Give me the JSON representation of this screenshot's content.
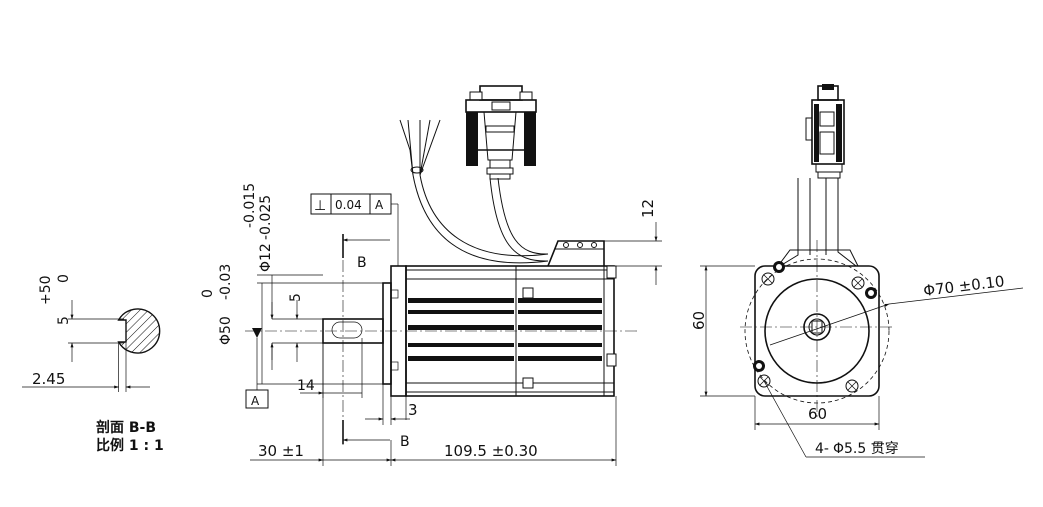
{
  "section_view": {
    "tol_upper": "+50",
    "tol_lower": "0",
    "key_width": "5",
    "offset": "2.45",
    "title": "剖面 B-B",
    "scale": "比例 1 : 1"
  },
  "side_view": {
    "perp_symbol": "⊥",
    "perp_value": "0.04",
    "datum_ref": "A",
    "datum_label": "A",
    "shaft_tol_upper": "-0.015",
    "shaft_dia": "Φ12",
    "shaft_tol_lower": "-0.025",
    "pilot_tol_upper": "0",
    "pilot_dia": "Φ50",
    "pilot_tol_lower": "-0.03",
    "key_dim": "5",
    "key_length": "14",
    "flange_thickness": "3",
    "shaft_length": "30 ±1",
    "body_length": "109.5 ±0.30",
    "connector_height": "12",
    "section_mark_top": "B",
    "section_mark_bottom": "B"
  },
  "front_view": {
    "height": "60",
    "width": "60",
    "pcd": "Φ70 ±0.10",
    "holes_prefix": "4-",
    "holes": "Φ5.5 贯穿"
  }
}
